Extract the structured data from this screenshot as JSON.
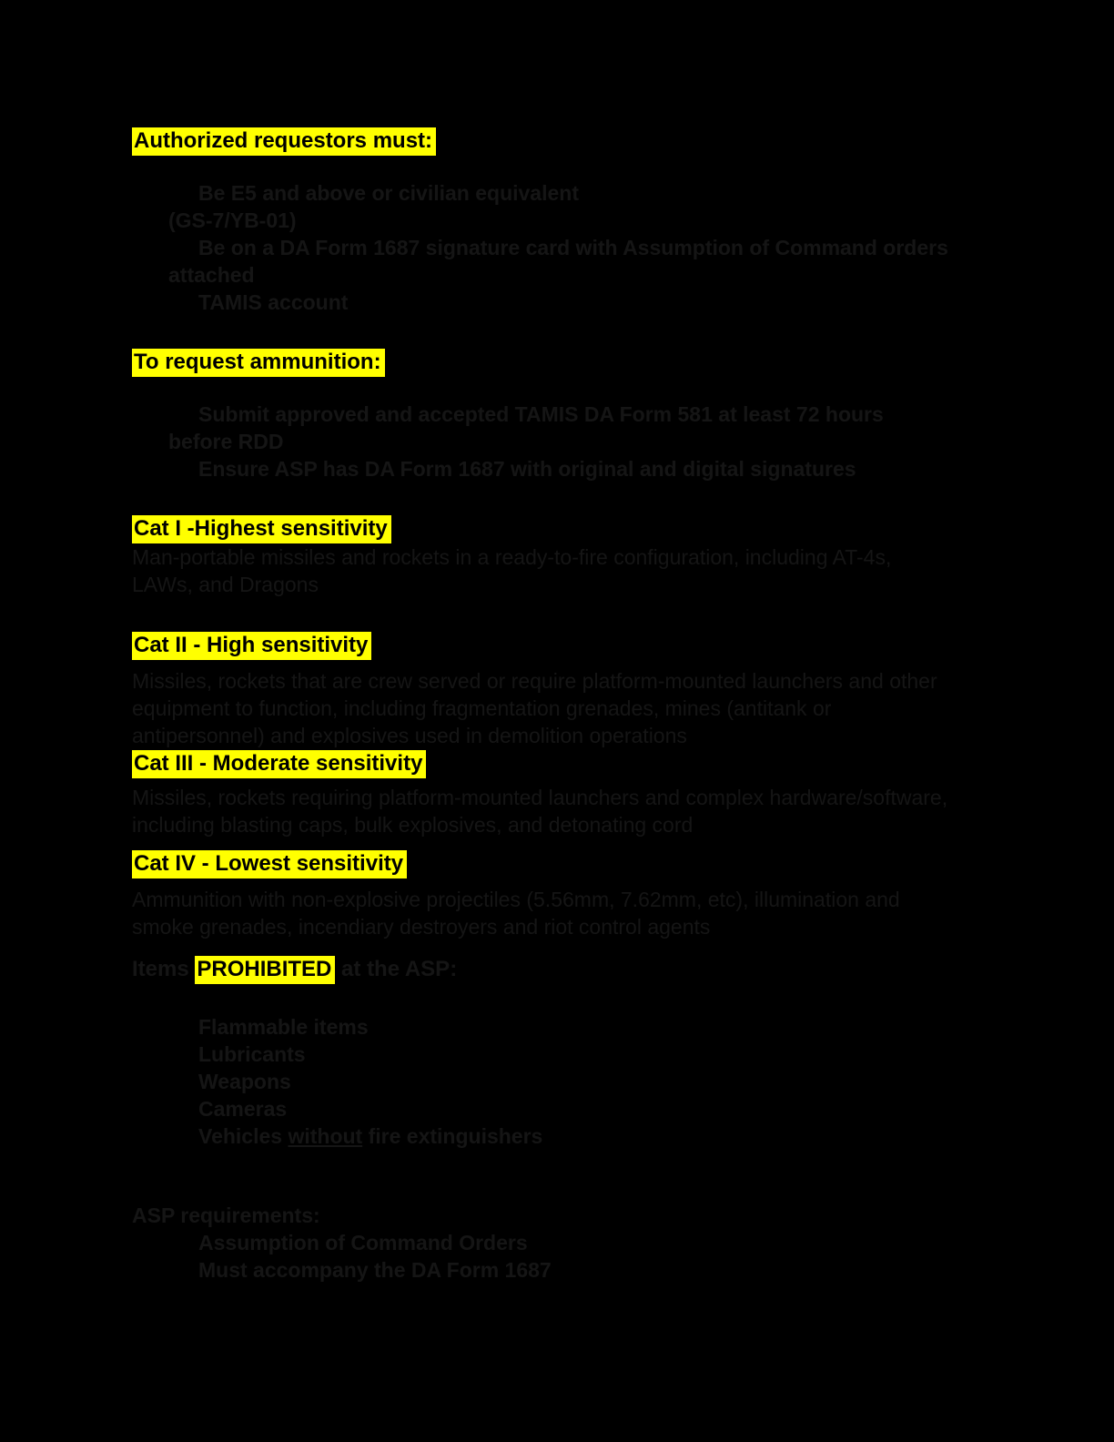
{
  "doc": {
    "page": {
      "background_color": "#000000",
      "faint_text_color": "#151515",
      "highlight_color": "#ffff00",
      "heading_text_color": "#000000"
    },
    "sections": {
      "authorized": {
        "heading": "Authorized requestors must:",
        "items": [
          {
            "lines": [
              "Be E5 and above or civilian equivalent",
              "(GS-7/YB-01)"
            ]
          },
          {
            "lines": [
              "Be on a DA Form 1687 signature card with Assumption of Command orders",
              "attached"
            ]
          },
          {
            "lines": [
              "TAMIS account"
            ]
          }
        ]
      },
      "request": {
        "heading": "To request ammunition:",
        "items": [
          {
            "lines": [
              "Submit approved and accepted TAMIS DA Form 581 at least 72 hours",
              "before RDD"
            ]
          },
          {
            "lines": [
              "Ensure ASP has DA Form 1687 with original and digital signatures"
            ]
          }
        ]
      },
      "cat1": {
        "heading": "Cat I -Highest sensitivity",
        "lines": [
          "Man-portable missiles and rockets in a ready-to-fire configuration, including AT-4s,",
          "LAWs, and Dragons"
        ]
      },
      "cat2": {
        "heading": "Cat II - High sensitivity",
        "lines": [
          "Missiles, rockets that are crew served or require platform-mounted launchers and other",
          "equipment to function, including fragmentation grenades, mines (antitank or",
          "antipersonnel) and explosives used in demolition operations"
        ]
      },
      "cat3": {
        "heading": "Cat III - Moderate sensitivity",
        "lines": [
          "Missiles, rockets requiring platform-mounted launchers and complex hardware/software,",
          "including blasting caps, bulk explosives, and detonating cord"
        ]
      },
      "cat4": {
        "heading": "Cat IV - Lowest sensitivity",
        "lines": [
          "Ammunition with non-explosive projectiles (5.56mm, 7.62mm, etc), illumination and",
          "smoke grenades, incendiary destroyers and riot control agents"
        ]
      },
      "prohibited": {
        "prefix": "Items ",
        "highlight": "PROHIBITED",
        "suffix": " at the ASP:",
        "items": [
          "Flammable items",
          "Lubricants",
          "Weapons",
          "Cameras"
        ],
        "vehicles_item": {
          "pre": "Vehicles ",
          "underlined": "without",
          "post": " fire extinguishers"
        }
      },
      "asp": {
        "heading": "ASP requirements:",
        "items": [
          "Assumption of Command Orders",
          "Must accompany the DA Form 1687"
        ]
      }
    }
  }
}
